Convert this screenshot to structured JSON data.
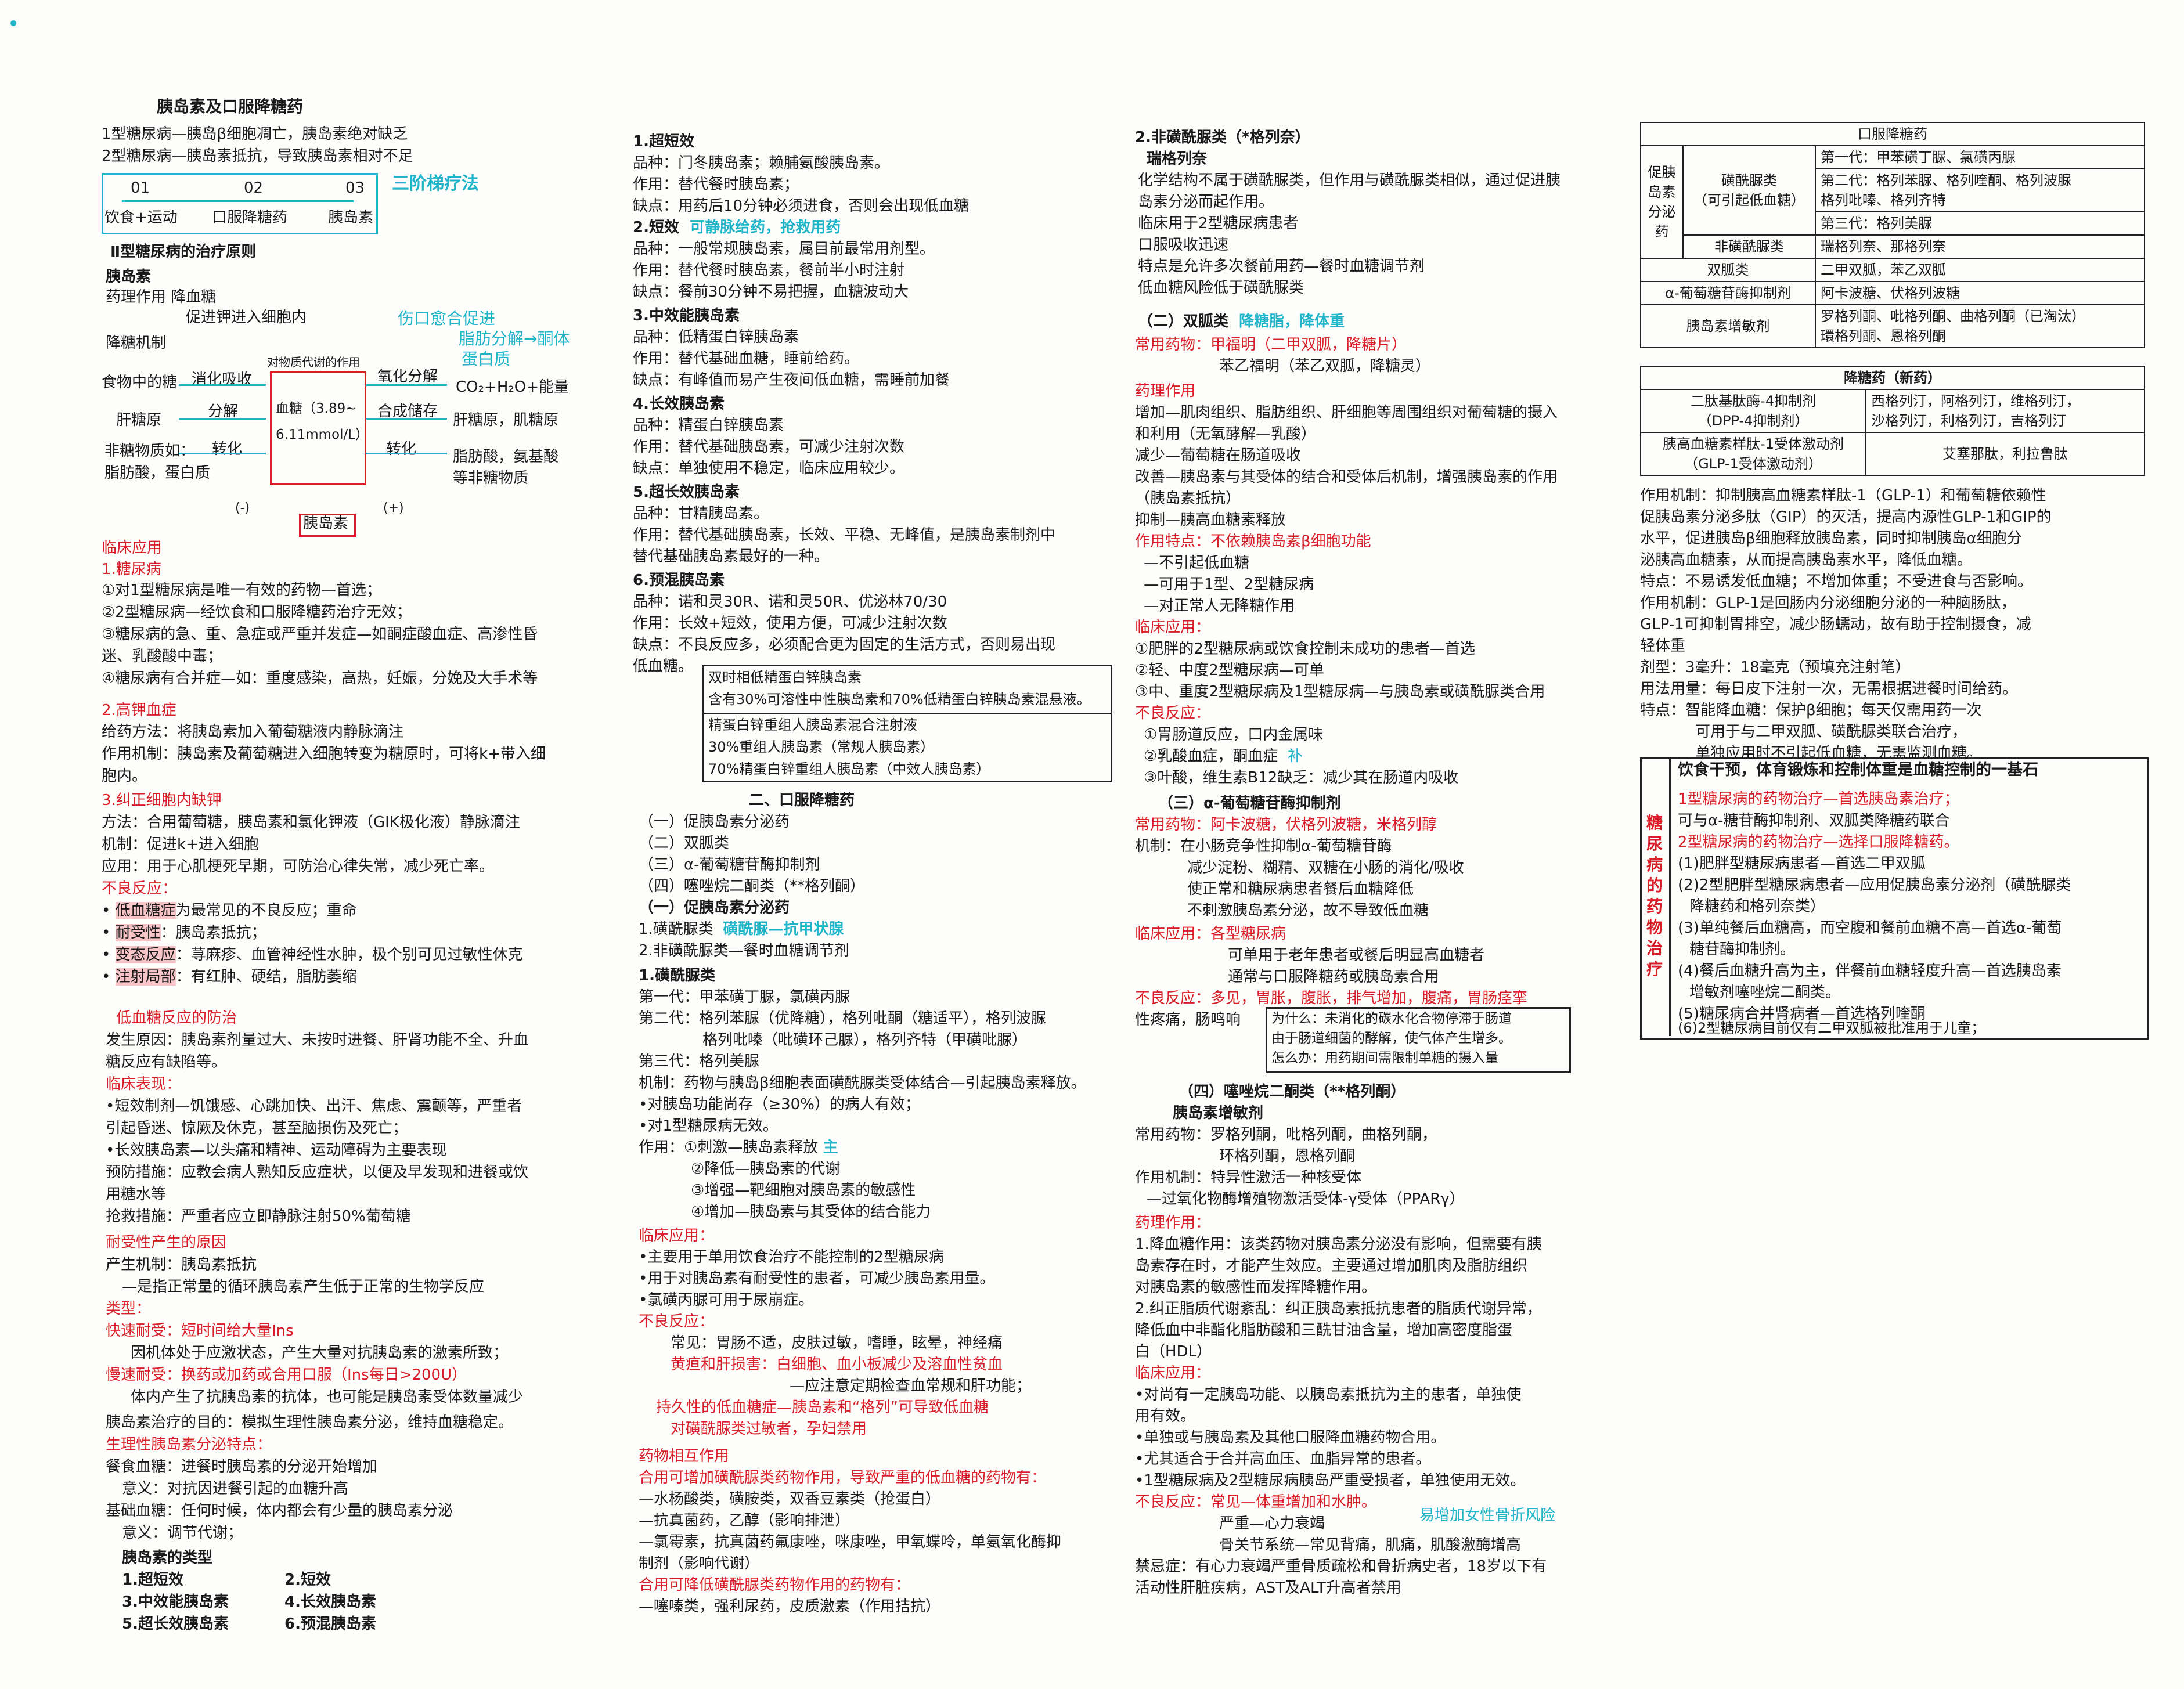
{
  "col1": {
    "title": "胰岛素及口服降糖药",
    "l1": "1型糖尿病—胰岛β细胞凋亡，胰岛素绝对缺乏",
    "l2": "2型糖尿病—胰岛素抵抗，导致胰岛素相对不足",
    "steps": [
      "01",
      "02",
      "03"
    ],
    "step_labels": [
      "饮食+运动",
      "口服降糖药",
      "胰岛素"
    ],
    "step_title": "三阶梯疗法",
    "principle": "Ⅱ型糖尿病的治疗原则",
    "insulin": "胰岛素",
    "action": "药理作用 降血糖",
    "action2": "促进钾进入细胞内",
    "mech": "降糖机制",
    "diagram": {
      "top_note": "对物质代谢的作用",
      "food": "食物中的糖",
      "digest": "消化吸收",
      "glycogen": "肝糖原",
      "decompose": "分解",
      "non_sugar": "非糖物质如：",
      "fat": "脂肪酸，蛋白质",
      "transform": "转化",
      "center1": "血糖（3.89~",
      "center2": "6.11mmol/L）",
      "oxidize": "氧化分解",
      "co2": "CO₂+H₂O+能量",
      "synth": "合成储存",
      "synth_out": "肝糖原，肌糖原",
      "transform2": "转化",
      "fat_out1": "脂肪酸，氨基酸",
      "fat_out2": "等非糖物质",
      "minus": "(-)",
      "plus": "(+)",
      "insulin_box": "胰岛素",
      "note1": "伤口愈合促进",
      "note2": "脂肪分解→酮体",
      "note3": "蛋白质"
    },
    "clinical": "临床应用",
    "c1": "1.糖尿病",
    "c1a": "①对1型糖尿病是唯一有效的药物—首选；",
    "c1b": "②2型糖尿病—经饮食和口服降糖药治疗无效；",
    "c1c": "③糖尿病的急、重、急症或严重并发症—如酮症酸血症、高渗性昏",
    "c1d": "迷、乳酸酸中毒；",
    "c1e": "④糖尿病有合并症—如：重度感染，高热，妊娠，分娩及大手术等",
    "c2": "2.高钾血症",
    "c2a": "给药方法：将胰岛素加入葡萄糖液内静脉滴注",
    "c2b": "作用机制：胰岛素及葡萄糖进入细胞转变为糖原时，可将k+带入细",
    "c2c": "胞内。",
    "c3": "3.纠正细胞内缺钾",
    "c3a": "方法：合用葡萄糖，胰岛素和氯化钾液（GIK极化液）静脉滴注",
    "c3b": "机制：促进k+进入细胞",
    "c3c": "应用：用于心肌梗死早期，可防治心律失常，减少死亡率。",
    "adv": "不良反应：",
    "adv1a": "低血糖症",
    "adv1b": "为最常见的不良反应；重命",
    "adv2a": "耐受性",
    "adv2b": "：胰岛素抵抗；",
    "adv3a": "变态反应",
    "adv3b": "：荨麻疹、血管神经性水肿，极个别可见过敏性休克",
    "adv4a": "注射局部",
    "adv4b": "：有红肿、硬结，脂肪萎缩",
    "hypo": "低血糖反应的防治",
    "h1": "发生原因：胰岛素剂量过大、未按时进餐、肝肾功能不全、升血",
    "h2": "糖反应有缺陷等。",
    "h3": "临床表现：",
    "h4": "•短效制剂—饥饿感、心跳加快、出汗、焦虑、震颤等，严重者",
    "h5": "引起昏迷、惊厥及休克，甚至脑损伤及死亡；",
    "h6": "•长效胰岛素—以头痛和精神、运动障碍为主要表现",
    "h7": "预防措施：应教会病人熟知反应症状，以便及早发现和进餐或饮",
    "h8": "用糖水等",
    "h9": "抢救措施：严重者应立即静脉注射50%葡萄糖",
    "r1": "耐受性产生的原因",
    "r2": "产生机制：胰岛素抵抗",
    "r3": "—是指正常量的循环胰岛素产生低于正常的生物学反应",
    "r4": "类型：",
    "r5": "快速耐受：短时间给大量Ins",
    "r6": "因机体处于应激状态，产生大量对抗胰岛素的激素所致；",
    "r7": "慢速耐受：换药或加药或合用口服（Ins每日>200U）",
    "r8": "体内产生了抗胰岛素的抗体，也可能是胰岛素受体数量减少",
    "g1": "胰岛素治疗的目的：模拟生理性胰岛素分泌，维持血糖稳定。",
    "g2": "生理性胰岛素分泌特点：",
    "g3": "餐食血糖：进餐时胰岛素的分泌开始增加",
    "g4": "意义：对抗因进餐引起的血糖升高",
    "g5": "基础血糖：任何时候，体内都会有少量的胰岛素分泌",
    "g6": "意义：调节代谢；",
    "t0": "胰岛素的类型",
    "types": [
      "1.超短效",
      "2.短效",
      "3.中效能胰岛素",
      "4.长效胰岛素",
      "5.超长效胰岛素",
      "6.预混胰岛素"
    ]
  },
  "col2": {
    "s1": "1.超短效",
    "s1a": "品种：门冬胰岛素；赖脯氨酸胰岛素。",
    "s1b": "作用：替代餐时胰岛素；",
    "s1c": "缺点：用药后10分钟必须进食，否则会出现低血糖",
    "s2": "2.短效",
    "s2n": "可静脉给药，抢救用药",
    "s2a": "品种：一般常规胰岛素，属目前最常用剂型。",
    "s2b": "作用：替代餐时胰岛素，餐前半小时注射",
    "s2c": "缺点：餐前30分钟不易把握，血糖波动大",
    "s3": "3.中效能胰岛素",
    "s3a": "品种：低精蛋白锌胰岛素",
    "s3b": "作用：替代基础血糖，睡前给药。",
    "s3c": "缺点：有峰值而易产生夜间低血糖，需睡前加餐",
    "s4": "4.长效胰岛素",
    "s4a": "品种：精蛋白锌胰岛素",
    "s4b": "作用：替代基础胰岛素，可减少注射次数",
    "s4c": "缺点：单独使用不稳定，临床应用较少。",
    "s5": "5.超长效胰岛素",
    "s5a": "品种：甘精胰岛素。",
    "s5b": "作用：替代基础胰岛素，长效、平稳、无峰值，是胰岛素制剂中",
    "s5c": "替代基础胰岛素最好的一种。",
    "s6": "6.预混胰岛素",
    "s6a": "品种：诺和灵30R、诺和灵50R、优泌林70/30",
    "s6b": "作用：长效+短效，使用方便，可减少注射次数",
    "s6c": "缺点：不良反应多，必须配合更为固定的生活方式，否则易出现",
    "s6d": "低血糖。",
    "box1a": "双时相低精蛋白锌胰岛素",
    "box1b": "含有30%可溶性中性胰岛素和70%低精蛋白锌胰岛素混悬液。",
    "box2a": "精蛋白锌重组人胰岛素混合注射液",
    "box2b": "30%重组人胰岛素（常规人胰岛素）",
    "box2c": "70%精蛋白锌重组人胰岛素（中效人胰岛素）",
    "oral": "二、口服降糖药",
    "o1": "（一）促胰岛素分泌药",
    "o2": "（二）双胍类",
    "o3": "（三）α-葡萄糖苷酶抑制剂",
    "o4": "（四）噻唑烷二酮类（**格列酮）",
    "o5": "（一）促胰岛素分泌药",
    "o6": "1.磺酰脲类",
    "o6n": "磺酰脲—抗甲状腺",
    "o7": "2.非磺酰脲类—餐时血糖调节剂",
    "su": "1.磺酰脲类",
    "su1": "第一代：甲苯磺丁脲，氯磺丙脲",
    "su2": "第二代：格列苯脲（优降糖），格列吡酮（糖适平），格列波脲",
    "su3": "格列吡嗪（吡磺环己脲），格列齐特（甲磺吡脲）",
    "su4": "第三代：格列美脲",
    "su5": "机制：药物与胰岛β细胞表面磺酰脲类受体结合—引起胰岛素释放。",
    "su6": "•对胰岛功能尚存（≥30%）的病人有效；",
    "su7": "•对1型糖尿病无效。",
    "su8": "作用：①刺激—胰岛素释放",
    "su8n": "主",
    "su9": "②降低—胰岛素的代谢",
    "su10": "③增强—靶细胞对胰岛素的敏感性",
    "su11": "④增加—胰岛素与其受体的结合能力",
    "su12": "临床应用：",
    "su13": "•主要用于单用饮食治疗不能控制的2型糖尿病",
    "su14": "•用于对胰岛素有耐受性的患者，可减少胰岛素用量。",
    "su15": "•氯磺丙脲可用于尿崩症。",
    "su16": "不良反应：",
    "su17": "常见：胃肠不适，皮肤过敏，嗜睡，眩晕，神经痛",
    "su18": "黄疸和肝损害：白细胞、血小板减少及溶血性贫血",
    "su19": "—应注意定期检查血常规和肝功能；",
    "su20": "持久性的低血糖症—胰岛素和“格列”可导致低血糖",
    "su21": "对磺酰脲类过敏者，孕妇禁用",
    "di": "药物相互作用",
    "di1": "合用可增加磺酰脲类药物作用，导致严重的低血糖的药物有：",
    "di2": "—水杨酸类，磺胺类，双香豆素类（抢蛋白）",
    "di3": "—抗真菌药，乙醇（影响排泄）",
    "di4": "—氯霉素，抗真菌药氟康唑，咪康唑，甲氧蝶呤，单氨氧化酶抑",
    "di5": "制剂（影响代谢）",
    "di6": "合用可降低磺酰脲类药物作用的药物有：",
    "di7": "—噻嗪类，强利尿药，皮质激素（作用拮抗）"
  },
  "col3": {
    "n1": "2.非磺酰脲类（*格列奈）",
    "n2": "瑞格列奈",
    "n3": "化学结构不属于磺酰脲类，但作用与磺酰脲类相似，通过促进胰",
    "n4": "岛素分泌而起作用。",
    "n5": "临床用于2型糖尿病患者",
    "n6": "口服吸收迅速",
    "n7": "特点是允许多次餐前用药—餐时血糖调节剂",
    "n8": "低血糖风险低于磺酰脲类",
    "b1": "（二）双胍类",
    "b1n": "降糖脂，降体重",
    "b2": "常用药物：甲福明（二甲双胍，降糖片）",
    "b3": "苯乙福明（苯乙双胍，降糖灵）",
    "b4": "药理作用",
    "b5": "增加—肌肉组织、脂肪组织、肝细胞等周围组织对葡萄糖的摄入",
    "b6": "和利用（无氧酵解—乳酸）",
    "b7": "减少—葡萄糖在肠道吸收",
    "b8": "改善—胰岛素与其受体的结合和受体后机制，增强胰岛素的作用",
    "b9": "（胰岛素抵抗）",
    "b10": "抑制—胰高血糖素释放",
    "b11": "作用特点：不依赖胰岛素β细胞功能",
    "b12": "—不引起低血糖",
    "b13": "—可用于1型、2型糖尿病",
    "b14": "—对正常人无降糖作用",
    "b15": "临床应用：",
    "b16": "①肥胖的2型糖尿病或饮食控制未成功的患者—首选",
    "b17": "②轻、中度2型糖尿病—可单",
    "b18": "③中、重度2型糖尿病及1型糖尿病—与胰岛素或磺酰脲类合用",
    "b19": "不良反应：",
    "b20": "①胃肠道反应，口内金属味",
    "b21": "②乳酸血症，酮血症",
    "b21n": "补",
    "b22": "③叶酸，维生素B12缺乏：减少其在肠道内吸收",
    "a1": "（三）α-葡萄糖苷酶抑制剂",
    "a2": "常用药物：阿卡波糖，伏格列波糖，米格列醇",
    "a3": "机制：在小肠竞争性抑制α-葡萄糖苷酶",
    "a4": "减少淀粉、糊精、双糖在小肠的消化/吸收",
    "a5": "使正常和糖尿病患者餐后血糖降低",
    "a6": "不刺激胰岛素分泌，故不导致低血糖",
    "a7": "临床应用：各型糖尿病",
    "a8": "可单用于老年患者或餐后明显高血糖者",
    "a9": "通常与口服降糖药或胰岛素合用",
    "a10": "不良反应：多见，胃胀，腹胀，排气增加，腹痛，胃肠痉挛",
    "a11": "性疼痛，肠鸣响",
    "ab1": "为什么：未消化的碳水化合物停滞于肠道",
    "ab2": "由于肠道细菌的酵解，使气体产生增多。",
    "ab3": "怎么办：用药期间需限制单糖的摄入量",
    "t1": "（四）噻唑烷二酮类（**格列酮）",
    "t2": "胰岛素增敏剂",
    "t3": "常用药物：罗格列酮，吡格列酮，曲格列酮，",
    "t4": "环格列酮，恩格列酮",
    "t5": "作用机制：特异性激活一种核受体",
    "t6": "—过氧化物酶增殖物激活受体-γ受体（PPARγ）",
    "t7": "药理作用：",
    "t8": "1.降血糖作用：该类药物对胰岛素分泌没有影响，但需要有胰",
    "t9": "岛素存在时，才能产生效应。主要通过增加肌肉及脂肪组织",
    "t10": "对胰岛素的敏感性而发挥降糖作用。",
    "t11": "2.纠正脂质代谢紊乱：纠正胰岛素抵抗患者的脂质代谢异常，",
    "t12": "降低血中非酯化脂肪酸和三酰甘油含量，增加高密度脂蛋",
    "t13": "白（HDL）",
    "t14": "临床应用：",
    "t15": "•对尚有一定胰岛功能、以胰岛素抵抗为主的患者，单独使",
    "t16": "用有效。",
    "t17": "•单独或与胰岛素及其他口服降血糖药物合用。",
    "t18": "•尤其适合于合并高血压、血脂异常的患者。",
    "t19": "•1型糖尿病及2型糖尿病胰岛严重受损者，单独使用无效。",
    "t20": "不良反应：常见—体重增加和水肿。",
    "t21": "严重—心力衰竭",
    "t21n": "易增加女性骨折风险",
    "t22": "骨关节系统—常见背痛，肌痛，肌酸激酶增高",
    "t23": "禁忌症：有心力衰竭严重骨质疏松和骨折病史者，18岁以下有",
    "t24": "活动性肝脏疾病，AST及ALT升高者禁用"
  },
  "col4": {
    "tbl_title": "口服降糖药",
    "r1c1": "促胰岛素分泌药",
    "r1a": "磺酰脲类",
    "r1a2": "（可引起低血糖）",
    "g1": "第一代：甲苯磺丁脲、氯磺丙脲",
    "g2a": "第二代：格列苯脲、格列喹酮、格列波脲",
    "g2b": "格列吡嗪、格列齐特",
    "g3": "第三代：格列美脲",
    "r1b": "非磺酰脲类",
    "r1bv": "瑞格列奈、那格列奈",
    "r2": "双胍类",
    "r2v": "二甲双胍，苯乙双胍",
    "r3": "α-葡萄糖苷酶抑制剂",
    "r3v": "阿卡波糖、伏格列波糖",
    "r4": "胰岛素增敏剂",
    "r4va": "罗格列酮、吡格列酮、曲格列酮（已淘汰）",
    "r4vb": "環格列酮、恩格列酮",
    "tbl2_title": "降糖药（新药）",
    "n1a": "二肽基肽酶-4抑制剂",
    "n1b": "（DPP-4抑制剂）",
    "n1v1": "西格列汀，阿格列汀，维格列汀，",
    "n1v2": "沙格列汀，利格列汀，吉格列汀",
    "n2a": "胰高血糖素样肽-1受体激动剂",
    "n2b": "（GLP-1受体激动剂）",
    "n2v": "艾塞那肽，利拉鲁肽",
    "p1": "作用机制：抑制胰高血糖素样肽-1（GLP-1）和葡萄糖依赖性",
    "p2": "促胰岛素分泌多肽（GIP）的灭活，提高内源性GLP-1和GIP的",
    "p3": "水平，促进胰岛β细胞释放胰岛素，同时抑制胰岛α细胞分",
    "p4": "泌胰高血糖素，从而提高胰岛素水平，降低血糖。",
    "p5": "特点：不易诱发低血糖；不增加体重；不受进食与否影响。",
    "p6": "作用机制：GLP-1是回肠内分泌细胞分泌的一种脑肠肽，",
    "p7": "GLP-1可抑制胃排空，减少肠蠕动，故有助于控制摄食，减",
    "p8": "轻体重",
    "p9": "剂型：3毫升：18毫克（预填充注射笔）",
    "p10": "用法用量：每日皮下注射一次，无需根据进餐时间给药。",
    "p11": "特点：智能降血糖：保护β细胞；每天仅需用药一次",
    "p12": "可用于与二甲双胍、磺酰脲类联合治疗，",
    "p13": "单独应用时不引起低血糖，无需监测血糖。",
    "box_side": "糖尿病的药物治疗",
    "x1": "饮食干预，体育锻炼和控制体重是血糖控制的一基石",
    "x2": "1型糖尿病的药物治疗—首选胰岛素治疗；",
    "x3": "可与α-糖苷酶抑制剂、双胍类降糖药联合",
    "x4": "2型糖尿病的药物治疗—选择口服降糖药。",
    "x5": "(1)肥胖型糖尿病患者—首选二甲双胍",
    "x6": "(2)2型肥胖型糖尿病患者—应用促胰岛素分泌剂（磺酰脲类",
    "x7": "降糖药和格列奈类）",
    "x8": "(3)单纯餐后血糖高，而空腹和餐前血糖不高—首选α-葡萄",
    "x9": "糖苷酶抑制剂。",
    "x10": "(4)餐后血糖升高为主，伴餐前血糖轻度升高—首选胰岛素",
    "x11": "增敏剂噻唑烷二酮类。",
    "x12": "(5)糖尿病合并肾病者—首选格列喹酮",
    "x13": "(6)2型糖尿病目前仅有二甲双胍被批准用于儿童；"
  }
}
